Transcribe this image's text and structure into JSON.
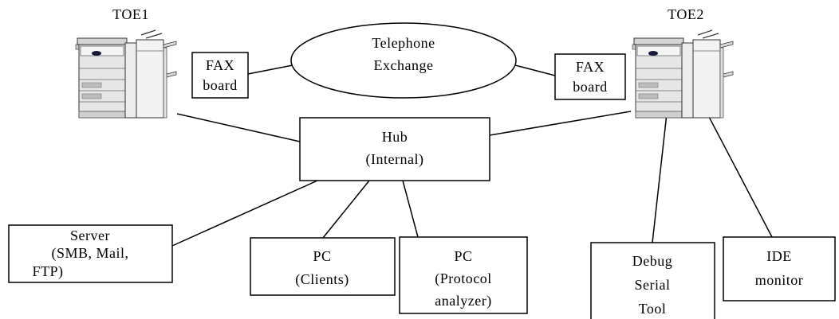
{
  "devices": {
    "toe1": "TOE1",
    "toe2": "TOE2"
  },
  "exchange": [
    "Telephone",
    "Exchange"
  ],
  "fax1": [
    "FAX",
    "board"
  ],
  "fax2": [
    "FAX",
    "board"
  ],
  "hub": [
    "Hub",
    "(Internal)"
  ],
  "server": [
    "Server",
    "(SMB, Mail,",
    "FTP)"
  ],
  "pc_clients": [
    "PC",
    "(Clients)"
  ],
  "pc_analyzer": [
    "PC",
    "(Protocol",
    "analyzer)"
  ],
  "debug_tool": [
    "Debug",
    "Serial",
    "Tool"
  ],
  "ide_monitor": [
    "IDE",
    "monitor"
  ],
  "colors": {
    "line": "#000000",
    "printer_body": "#e8e8e8",
    "printer_dark": "#1a1a3a"
  }
}
